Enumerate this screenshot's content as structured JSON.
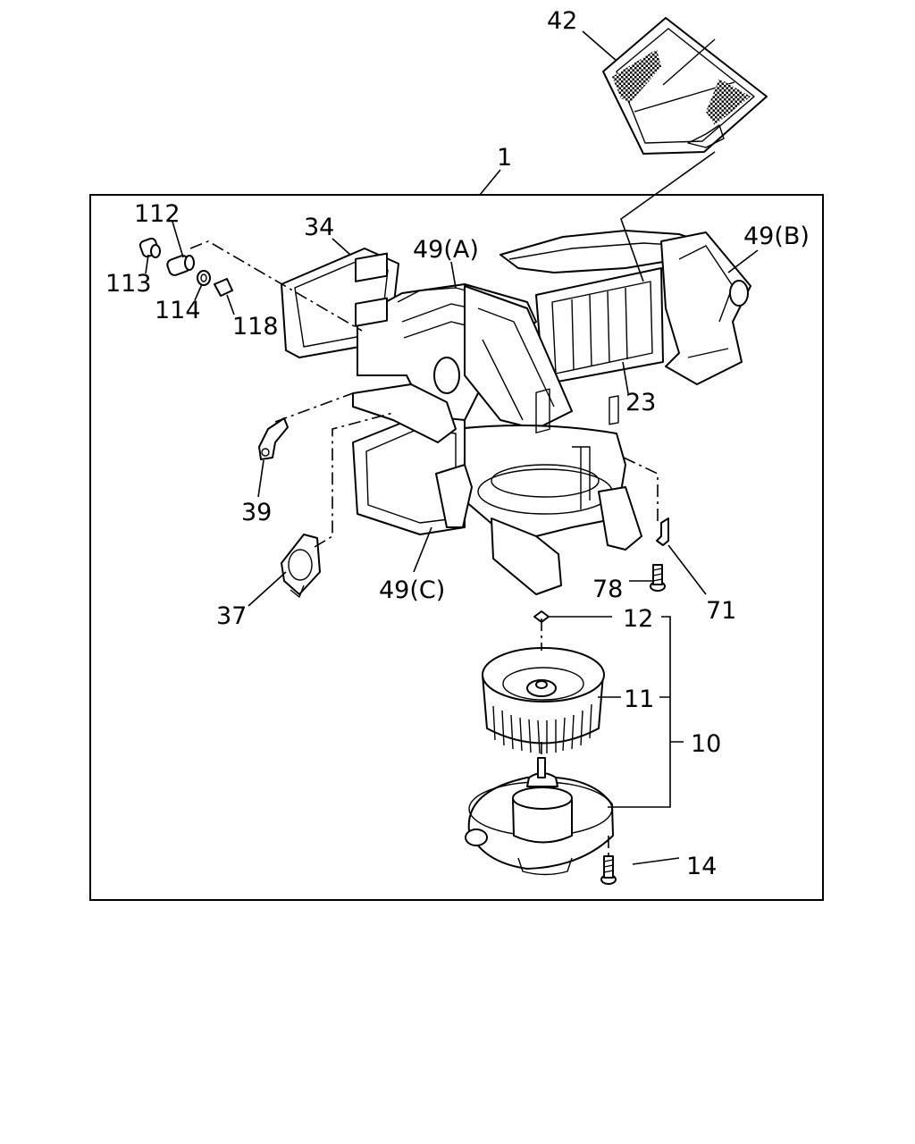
{
  "diagram": {
    "callouts": {
      "c1": "1",
      "c42": "42",
      "c112": "112",
      "c113": "113",
      "c114": "114",
      "c118": "118",
      "c34": "34",
      "c49a": "49(A)",
      "c49b": "49(B)",
      "c23": "23",
      "c39": "39",
      "c37": "37",
      "c49c": "49(C)",
      "c78": "78",
      "c71": "71",
      "c12": "12",
      "c11": "11",
      "c10": "10",
      "c14": "14"
    }
  }
}
